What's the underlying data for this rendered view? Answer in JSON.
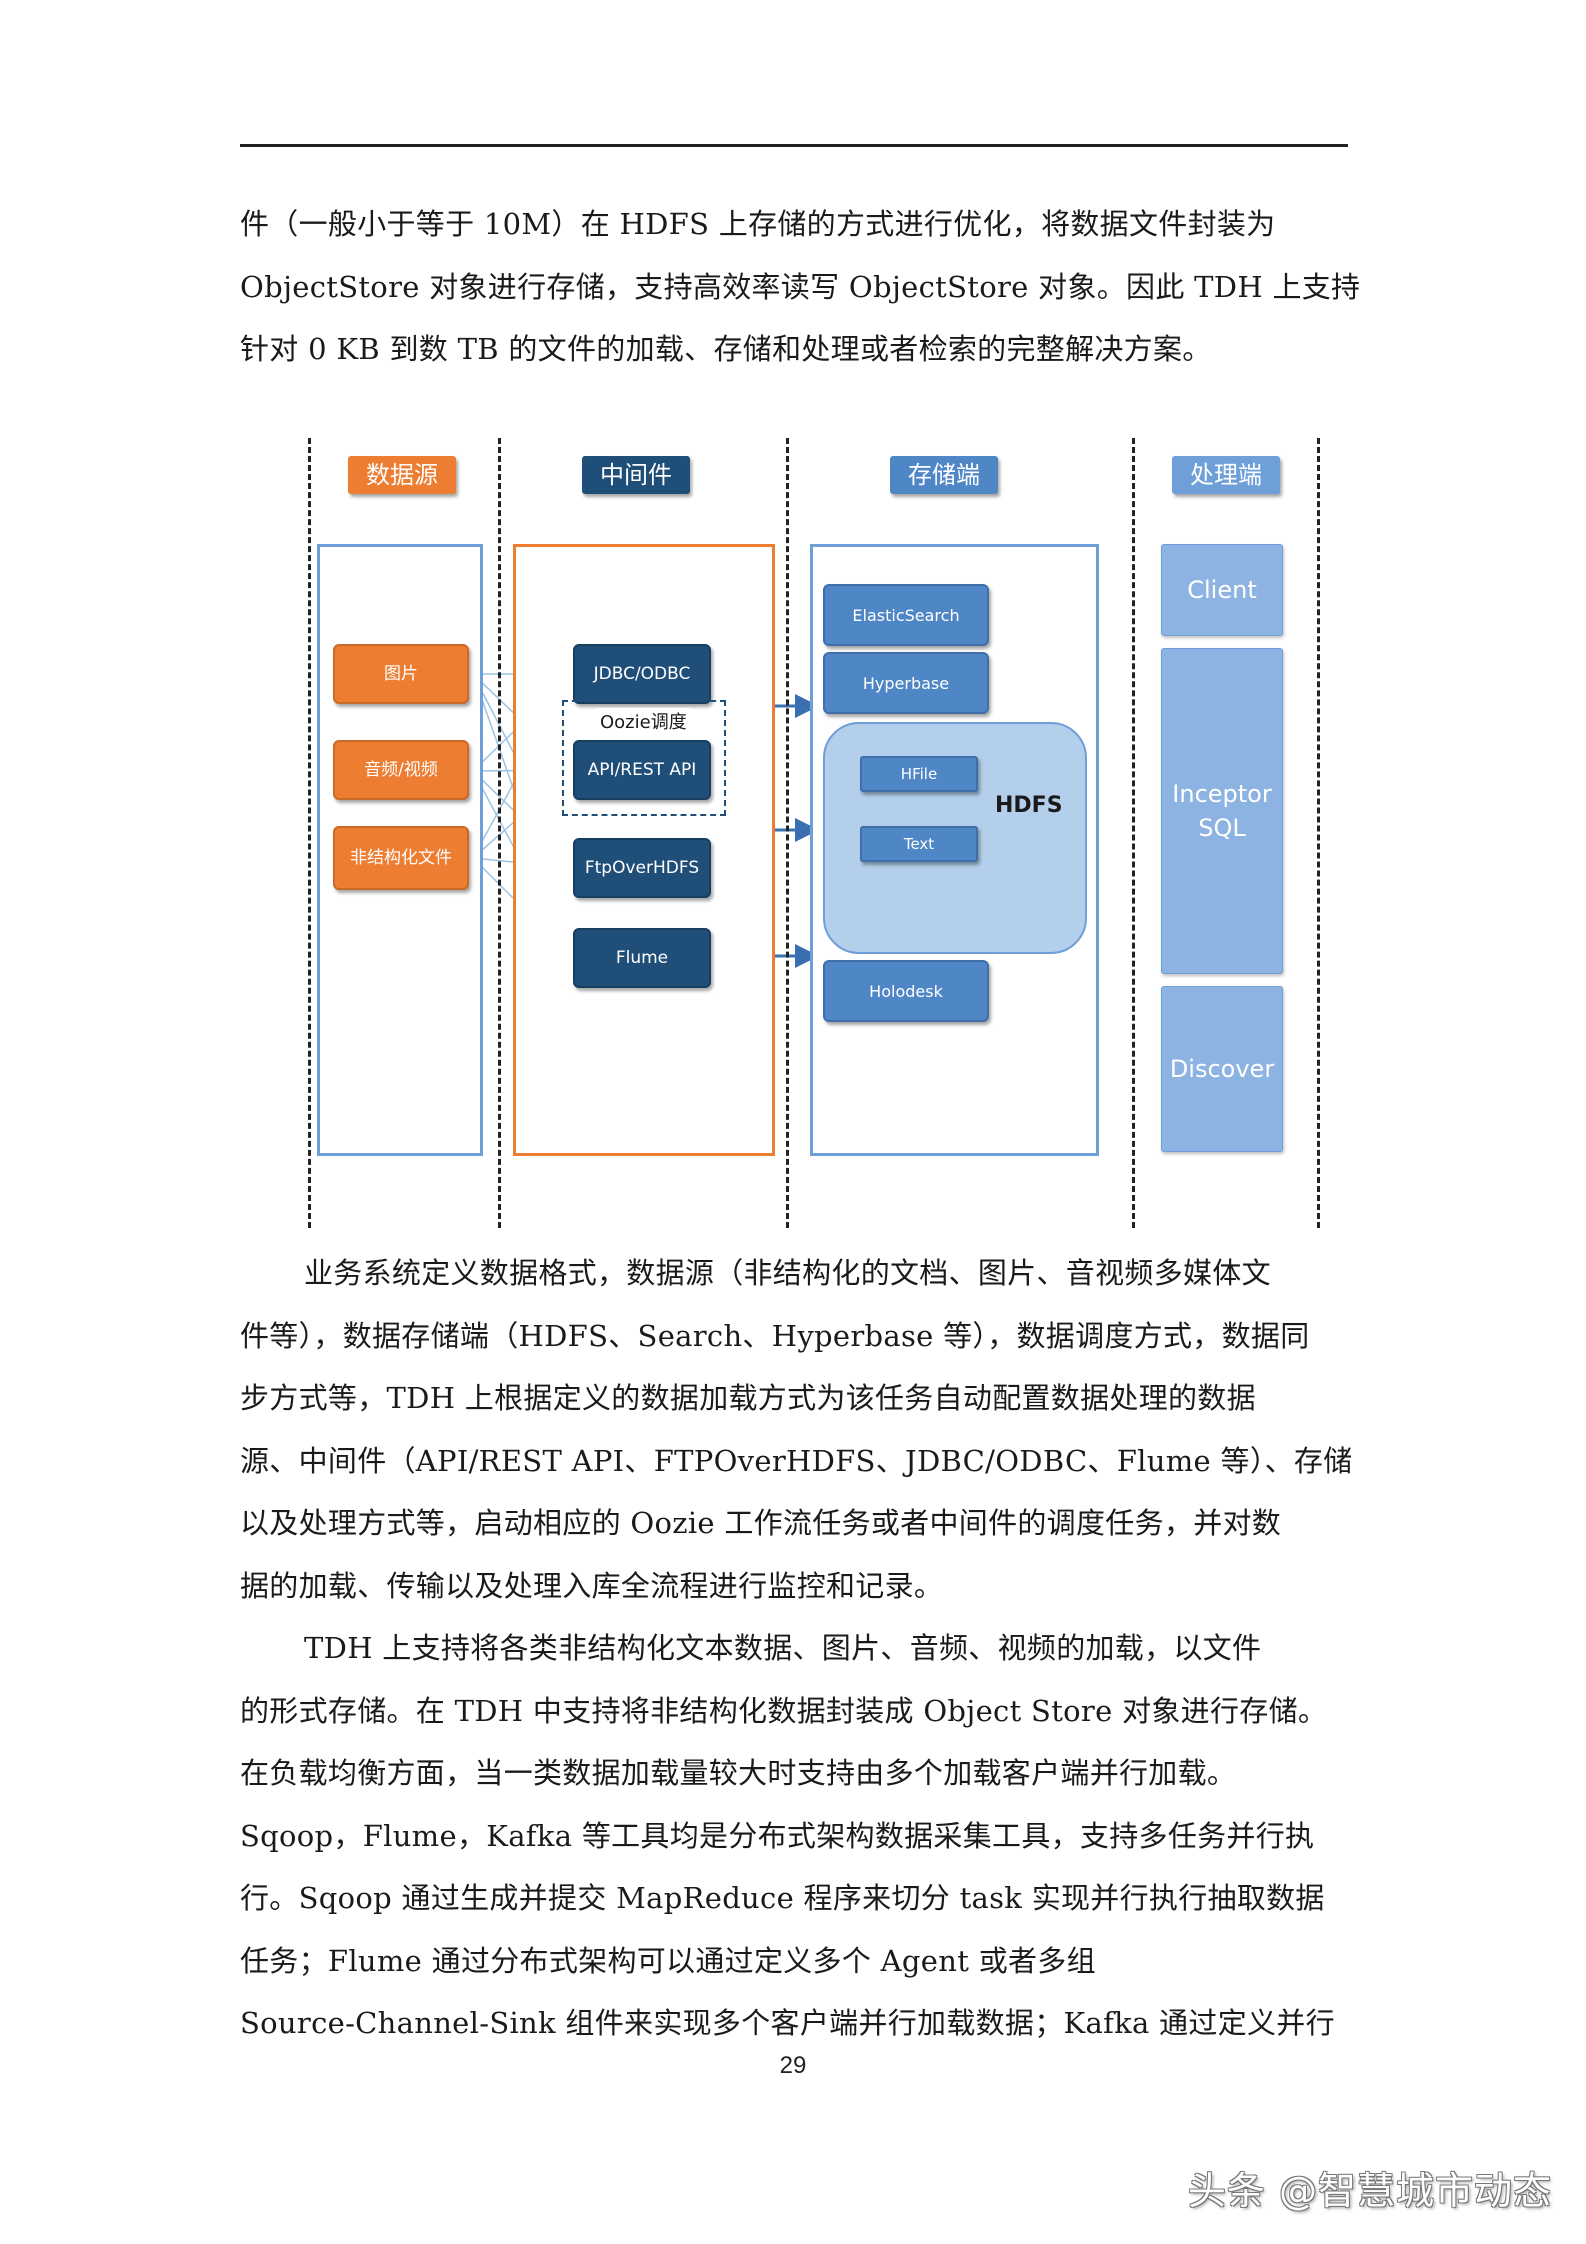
{
  "intro": {
    "lines": [
      "件（一般小于等于 10M）在 HDFS 上存储的方式进行优化，将数据文件封装为",
      "ObjectStore 对象进行存储，支持高效率读写 ObjectStore 对象。因此 TDH 上支持",
      "针对 0 KB 到数 TB 的文件的加载、存储和处理或者检索的完整解决方案。"
    ]
  },
  "diagram": {
    "headers": {
      "source": "数据源",
      "middleware": "中间件",
      "storage": "存储端",
      "processing": "处理端"
    },
    "header_colors": {
      "source": "#ed7d31",
      "middleware": "#1f4e79",
      "storage": "#4f86c6",
      "processing": "#6f9fd8"
    },
    "source_nodes": [
      "图片",
      "音频/视频",
      "非结构化文件"
    ],
    "middleware_nodes": {
      "jdbc": "JDBC/ODBC",
      "oozie_label": "Oozie调度",
      "api": "API/REST API",
      "ftp": "FtpOverHDFS",
      "flume": "Flume"
    },
    "storage_nodes": {
      "elasticsearch": "ElasticSearch",
      "hyperbase": "Hyperbase",
      "hdfs": "HDFS",
      "hfile": "HFile",
      "text": "Text",
      "holodesk": "Holodesk"
    },
    "processing_nodes": {
      "client": "Client",
      "inceptor": "Inceptor SQL",
      "discover": "Discover"
    }
  },
  "body": {
    "para1": [
      "业务系统定义数据格式，数据源（非结构化的文档、图片、音视频多媒体文",
      "件等），数据存储端（HDFS、Search、Hyperbase 等），数据调度方式，数据同",
      "步方式等，TDH 上根据定义的数据加载方式为该任务自动配置数据处理的数据",
      "源、中间件（API/REST API、FTPOverHDFS、JDBC/ODBC、Flume 等）、存储",
      "以及处理方式等，启动相应的 Oozie 工作流任务或者中间件的调度任务，并对数",
      "据的加载、传输以及处理入库全流程进行监控和记录。"
    ],
    "para2": [
      "TDH 上支持将各类非结构化文本数据、图片、音频、视频的加载，以文件",
      "的形式存储。在 TDH 中支持将非结构化数据封装成 Object Store 对象进行存储。",
      "在负载均衡方面，当一类数据加载量较大时支持由多个加载客户端并行加载。",
      "Sqoop，Flume，Kafka 等工具均是分布式架构数据采集工具，支持多任务并行执",
      "行。Sqoop 通过生成并提交 MapReduce 程序来切分 task 实现并行执行抽取数据",
      "任务；Flume 通过分布式架构可以通过定义多个 Agent 或者多组",
      "Source-Channel-Sink 组件来实现多个客户端并行加载数据；Kafka 通过定义并行"
    ]
  },
  "page_number": "29",
  "watermark": "头条 @智慧城市动态"
}
